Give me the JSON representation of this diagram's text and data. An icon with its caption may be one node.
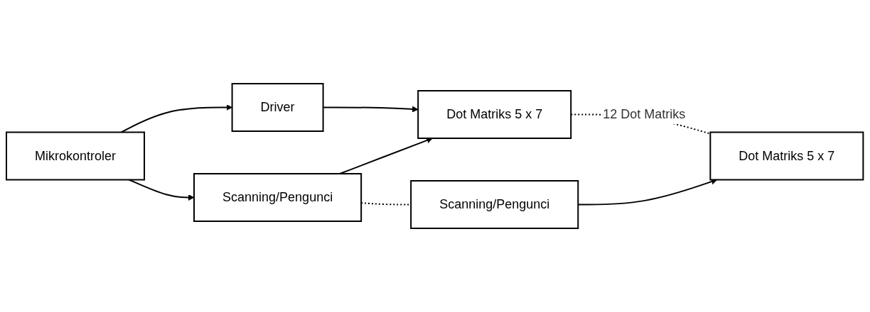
{
  "diagram": {
    "nodes": [
      {
        "text": [
          "Mikrokontroler"
        ]
      },
      {
        "text": [
          "Driver"
        ]
      },
      {
        "text": [
          "Dot Matriks 5 x 7"
        ]
      },
      {
        "text": [
          "Dot Matriks 5 x 7"
        ]
      },
      {
        "text": [
          "Scanning/Pengunci"
        ]
      },
      {
        "text": [
          "Scanning/Pengunci"
        ]
      }
    ],
    "edges": [
      {
        "from": 0,
        "to": 1,
        "arrow": "to"
      },
      {
        "from": 1,
        "to": 2,
        "arrow": "to"
      },
      {
        "from": 2,
        "to": 3,
        "arrow": "none",
        "label": "12 Dot Matriks",
        "style": "dashed"
      },
      {
        "from": 4,
        "to": 2,
        "arrow": "to"
      },
      {
        "from": 5,
        "to": 3,
        "arrow": "to"
      },
      {
        "from": 4,
        "to": 5,
        "arrow": "none",
        "style": "dashed"
      },
      {
        "from": 0,
        "to": 4,
        "arrow": "to"
      }
    ]
  }
}
